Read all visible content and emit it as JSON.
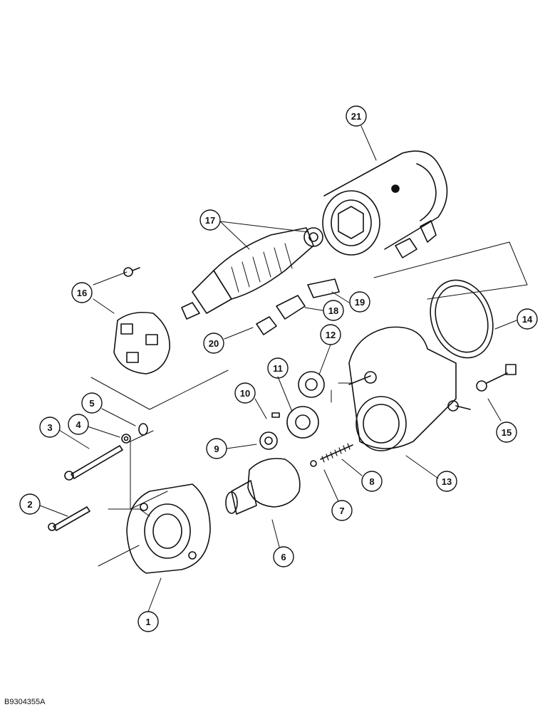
{
  "figure_ref": "B9304355A",
  "callouts": [
    "1",
    "2",
    "3",
    "4",
    "5",
    "6",
    "7",
    "8",
    "9",
    "10",
    "11",
    "12",
    "13",
    "14",
    "15",
    "16",
    "17",
    "18",
    "19",
    "20",
    "21"
  ],
  "colors": {
    "ink": "#111111",
    "paper": "#ffffff"
  }
}
